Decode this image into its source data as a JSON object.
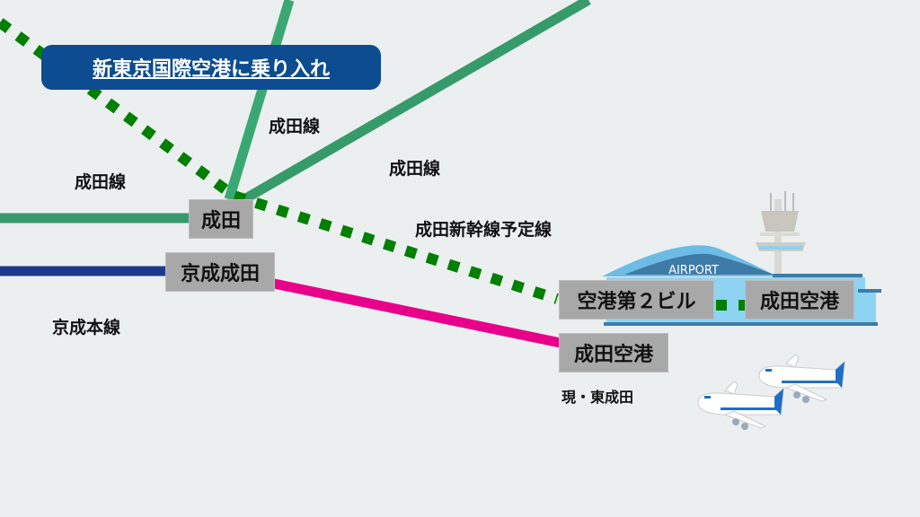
{
  "title": "新東京国際空港に乗り入れ",
  "stations": {
    "narita": "成田",
    "keisei_narita": "京成成田",
    "airport_t2": "空港第２ビル",
    "narita_airport_new": "成田空港",
    "narita_airport_old": "成田空港"
  },
  "line_labels": {
    "narita_line_1": "成田線",
    "narita_line_2": "成田線",
    "narita_line_3": "成田線",
    "shinkansen": "成田新幹線予定線",
    "keisei_main": "京成本線",
    "higashi_narita": "現・東成田"
  },
  "airport_sign": "AIRPORT",
  "colors": {
    "background": "#ebeff0",
    "jr_green": "#3aa872",
    "jr_green_dark": "#369a6a",
    "shinkansen_dotted": "#007f00",
    "keisei_blue": "#1b3a8c",
    "keisei_pink": "#e8008a",
    "station_box": "#a8a8a8",
    "title_bg": "#0d4c91"
  }
}
